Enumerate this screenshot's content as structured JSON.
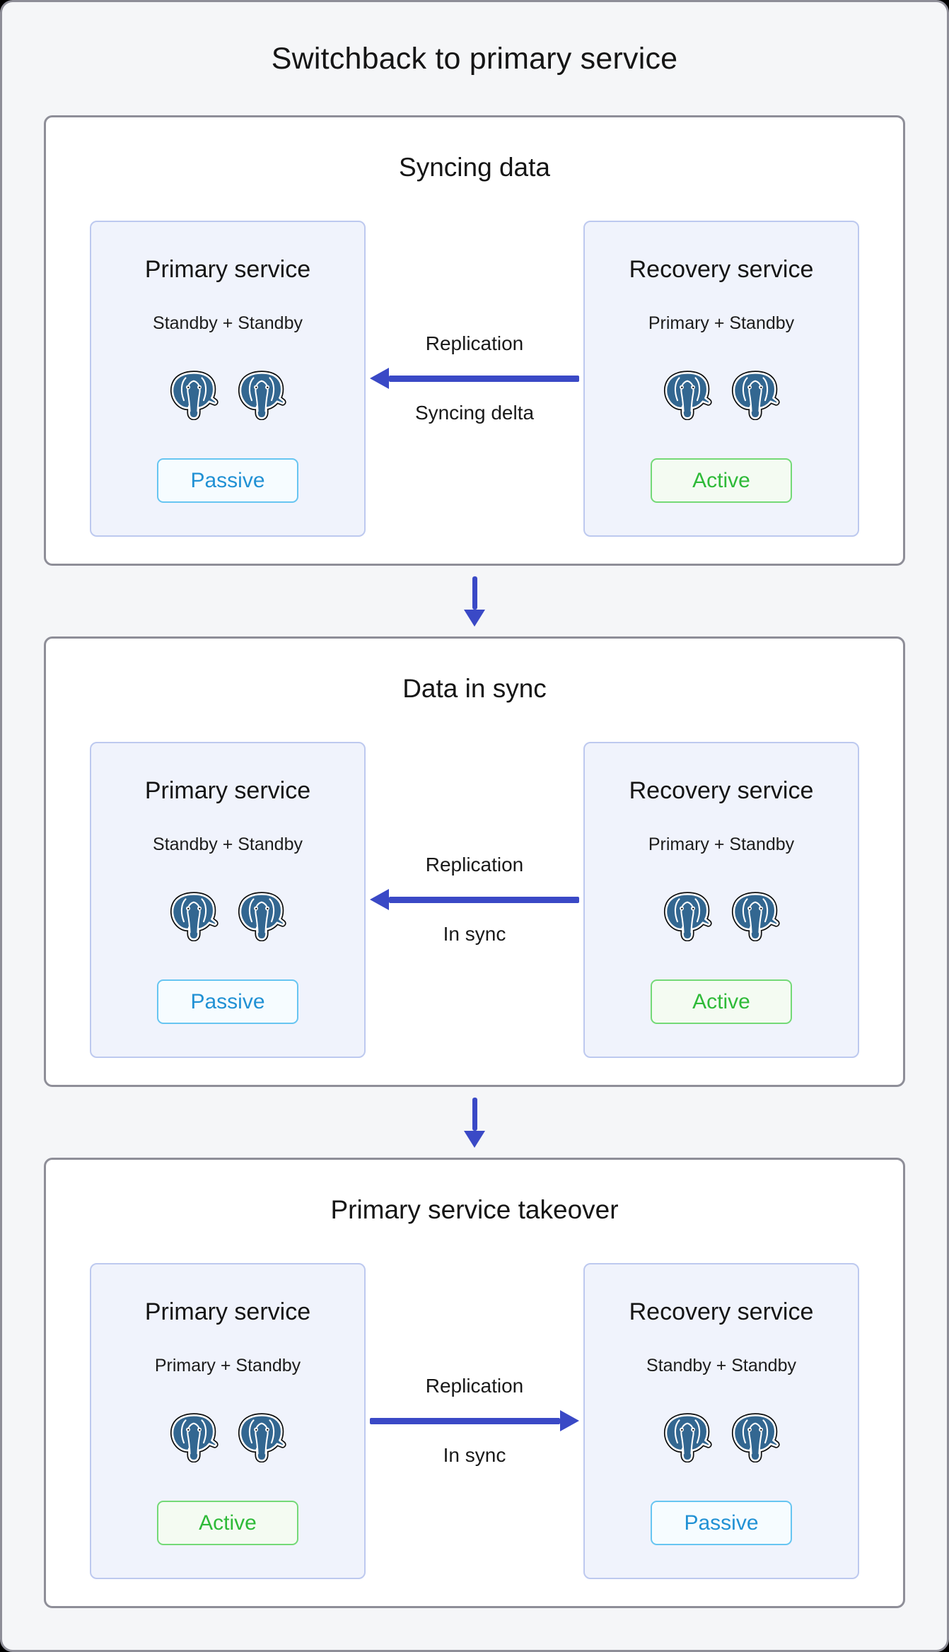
{
  "title": "Switchback to primary service",
  "icons": {
    "database": "postgresql-elephant-icon",
    "stage_connector": "down-arrow-icon",
    "replication": "replication-arrow-icon"
  },
  "colors": {
    "arrow_accent": "#3a49c6",
    "active_text": "#2eba38",
    "active_border": "#74d977",
    "passive_text": "#2191d4",
    "passive_border": "#67c5f1",
    "postgres_blue": "#336791",
    "card_bg": "#f0f3fc",
    "card_border": "#bdc9ef",
    "stage_bg": "#ffffff",
    "page_bg": "#f5f6f8"
  },
  "sections": [
    {
      "title": "Syncing data",
      "left": {
        "title": "Primary service",
        "subtitle": "Standby + Standby",
        "badge_label": "Passive",
        "badge_variant": "passive",
        "db_count": 2
      },
      "right": {
        "title": "Recovery service",
        "subtitle": "Primary + Standby",
        "badge_label": "Active",
        "badge_variant": "active",
        "db_count": 2
      },
      "arrow": {
        "direction": "left",
        "label_top": "Replication",
        "label_bottom": "Syncing delta"
      }
    },
    {
      "title": "Data in sync",
      "left": {
        "title": "Primary service",
        "subtitle": "Standby + Standby",
        "badge_label": "Passive",
        "badge_variant": "passive",
        "db_count": 2
      },
      "right": {
        "title": "Recovery service",
        "subtitle": "Primary + Standby",
        "badge_label": "Active",
        "badge_variant": "active",
        "db_count": 2
      },
      "arrow": {
        "direction": "left",
        "label_top": "Replication",
        "label_bottom": "In sync"
      }
    },
    {
      "title": "Primary service takeover",
      "left": {
        "title": "Primary service",
        "subtitle": "Primary + Standby",
        "badge_label": "Active",
        "badge_variant": "active",
        "db_count": 2
      },
      "right": {
        "title": "Recovery service",
        "subtitle": "Standby + Standby",
        "badge_label": "Passive",
        "badge_variant": "passive",
        "db_count": 2
      },
      "arrow": {
        "direction": "right",
        "label_top": "Replication",
        "label_bottom": "In sync"
      }
    }
  ]
}
